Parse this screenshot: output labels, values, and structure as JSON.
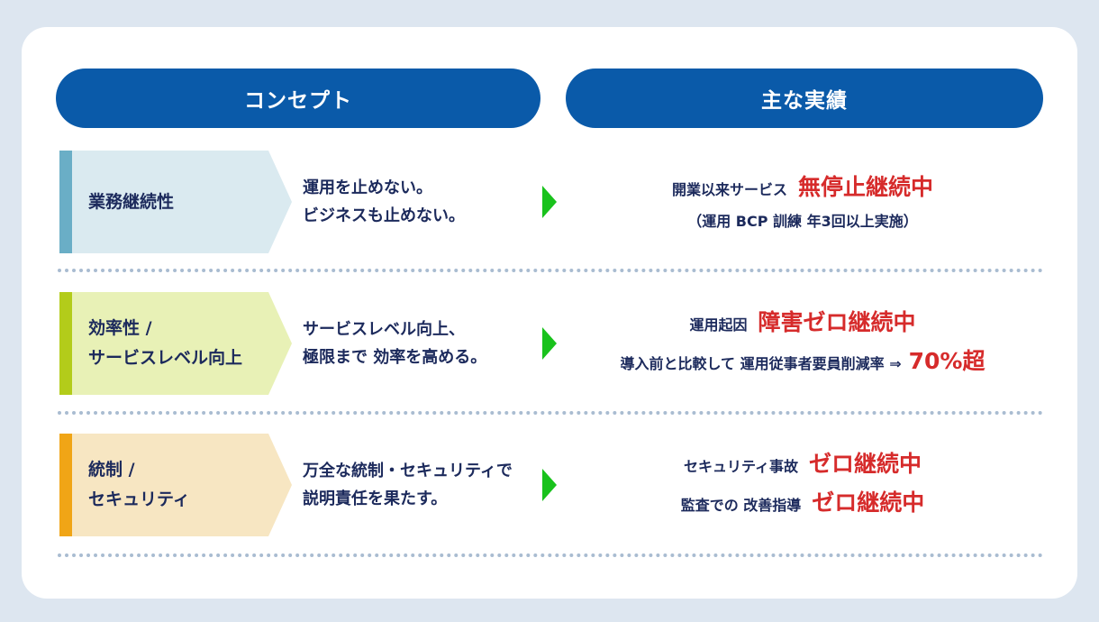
{
  "header": {
    "concept_label": "コンセプト",
    "results_label": "主な実績"
  },
  "colors": {
    "header_blue": "#0a5aa9",
    "highlight_red": "#d62b2b",
    "arrow_green": "#19c21c"
  },
  "rows": [
    {
      "label_lines": [
        "業務継続性"
      ],
      "label_bg": "#daeaf0",
      "label_bar": "#6aaec6",
      "concept_lines": [
        "運用を止めない。",
        "ビジネスも止めない。"
      ],
      "result_1_prefix": "開業以来サービス",
      "result_1_highlight": "無停止継続中",
      "result_2_text": "（運用 BCP 訓練 年3回以上実施）"
    },
    {
      "label_lines": [
        "効率性 /",
        "サービスレベル向上"
      ],
      "label_bg": "#e8f1b6",
      "label_bar": "#b3cc1a",
      "concept_lines": [
        "サービスレベル向上、",
        "極限まで 効率を高める。"
      ],
      "result_1_prefix": "運用起因",
      "result_1_highlight": "障害ゼロ継続中",
      "result_2_prefix": "導入前と比較して 運用従事者要員削減率 ⇒",
      "result_2_highlight": "70%超"
    },
    {
      "label_lines": [
        "統制 /",
        "セキュリティ"
      ],
      "label_bg": "#f7e6c2",
      "label_bar": "#f0a516",
      "concept_lines": [
        "万全な統制・セキュリティで",
        "説明責任を果たす。"
      ],
      "result_1_prefix": "セキュリティ事故",
      "result_1_highlight": "ゼロ継続中",
      "result_2_prefix": "監査での 改善指導",
      "result_2_highlight": "ゼロ継続中"
    }
  ]
}
